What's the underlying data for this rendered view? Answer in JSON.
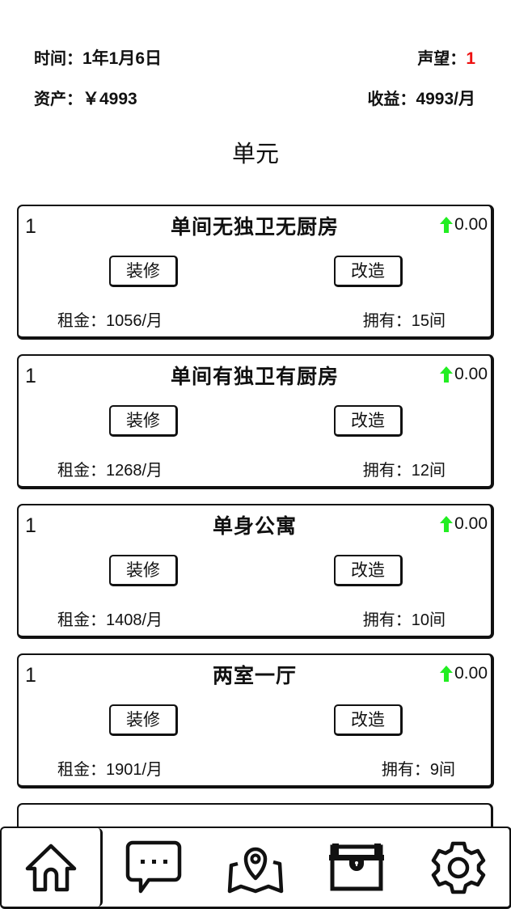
{
  "header": {
    "time_label": "时间：",
    "time_value": "1年1月6日",
    "fame_label": "声望：",
    "fame_value": "1",
    "assets_label": "资产：",
    "assets_value": "￥4993",
    "income_label": "收益：",
    "income_value": "4993/月"
  },
  "page": {
    "title": "单元"
  },
  "colors": {
    "fame_value": "#ee1111",
    "trend_up_arrow": "#22ee22",
    "border": "#111111"
  },
  "units": [
    {
      "level": "1",
      "name": "单间无独卫无厨房",
      "trend_icon": "arrow-up-icon",
      "trend_value": "0.00",
      "decorate_label": "装修",
      "remodel_label": "改造",
      "rent_label": "租金：",
      "rent_value": "1056/月",
      "owned_label": "拥有：",
      "owned_value": "15间"
    },
    {
      "level": "1",
      "name": "单间有独卫有厨房",
      "trend_icon": "arrow-up-icon",
      "trend_value": "0.00",
      "decorate_label": "装修",
      "remodel_label": "改造",
      "rent_label": "租金：",
      "rent_value": "1268/月",
      "owned_label": "拥有：",
      "owned_value": "12间"
    },
    {
      "level": "1",
      "name": "单身公寓",
      "trend_icon": "arrow-up-icon",
      "trend_value": "0.00",
      "decorate_label": "装修",
      "remodel_label": "改造",
      "rent_label": "租金：",
      "rent_value": "1408/月",
      "owned_label": "拥有：",
      "owned_value": "10间"
    },
    {
      "level": "1",
      "name": "两室一厅",
      "trend_icon": "arrow-up-icon",
      "trend_value": "0.00",
      "decorate_label": "装修",
      "remodel_label": "改造",
      "rent_label": "租金：",
      "rent_value": "1901/月",
      "owned_label": "拥有：",
      "owned_value": "9间"
    }
  ],
  "bottom_nav": {
    "items": [
      {
        "icon": "home-icon",
        "active": true
      },
      {
        "icon": "chat-bubble-icon",
        "active": false
      },
      {
        "icon": "map-pin-icon",
        "active": false
      },
      {
        "icon": "treasure-chest-icon",
        "active": false
      },
      {
        "icon": "gear-icon",
        "active": false
      }
    ]
  }
}
